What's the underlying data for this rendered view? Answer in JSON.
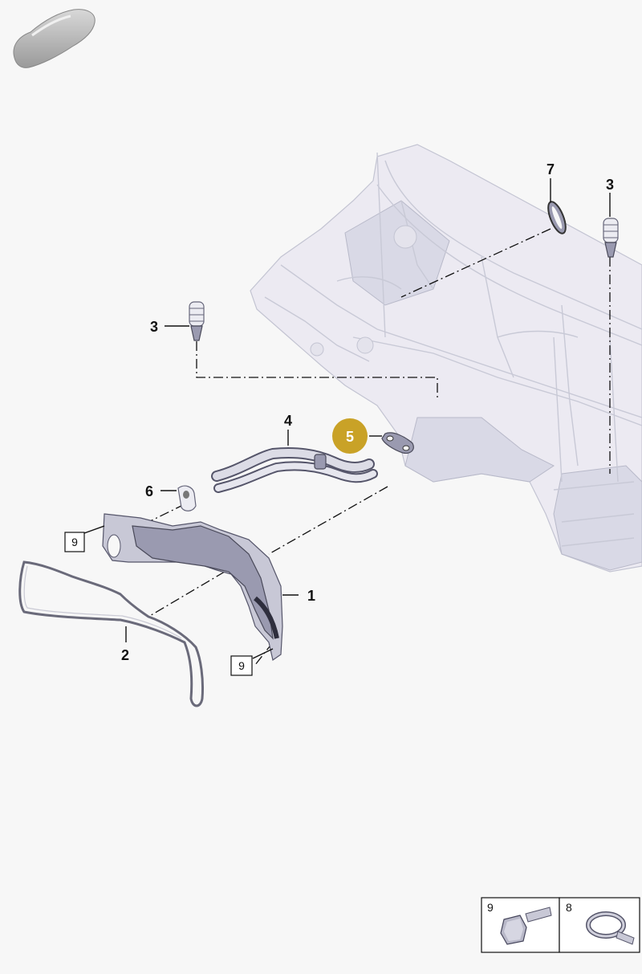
{
  "diagram": {
    "type": "exploded-parts-diagram",
    "highlight_color": "#c9a227",
    "labels": [
      {
        "id": "p1",
        "text": "1"
      },
      {
        "id": "p2",
        "text": "2"
      },
      {
        "id": "p3a",
        "text": "3"
      },
      {
        "id": "p3b",
        "text": "3"
      },
      {
        "id": "p4",
        "text": "4"
      },
      {
        "id": "p5",
        "text": "5",
        "highlighted": true
      },
      {
        "id": "p6",
        "text": "6"
      },
      {
        "id": "p7",
        "text": "7"
      }
    ],
    "boxed_labels": [
      {
        "id": "b9a",
        "text": "9"
      },
      {
        "id": "b9b",
        "text": "9"
      }
    ],
    "legend": [
      {
        "number": "9",
        "icon": "bolt-icon"
      },
      {
        "number": "8",
        "icon": "hose-clamp-icon"
      }
    ],
    "thumbnail_icon": "car-thumbnail-icon"
  }
}
